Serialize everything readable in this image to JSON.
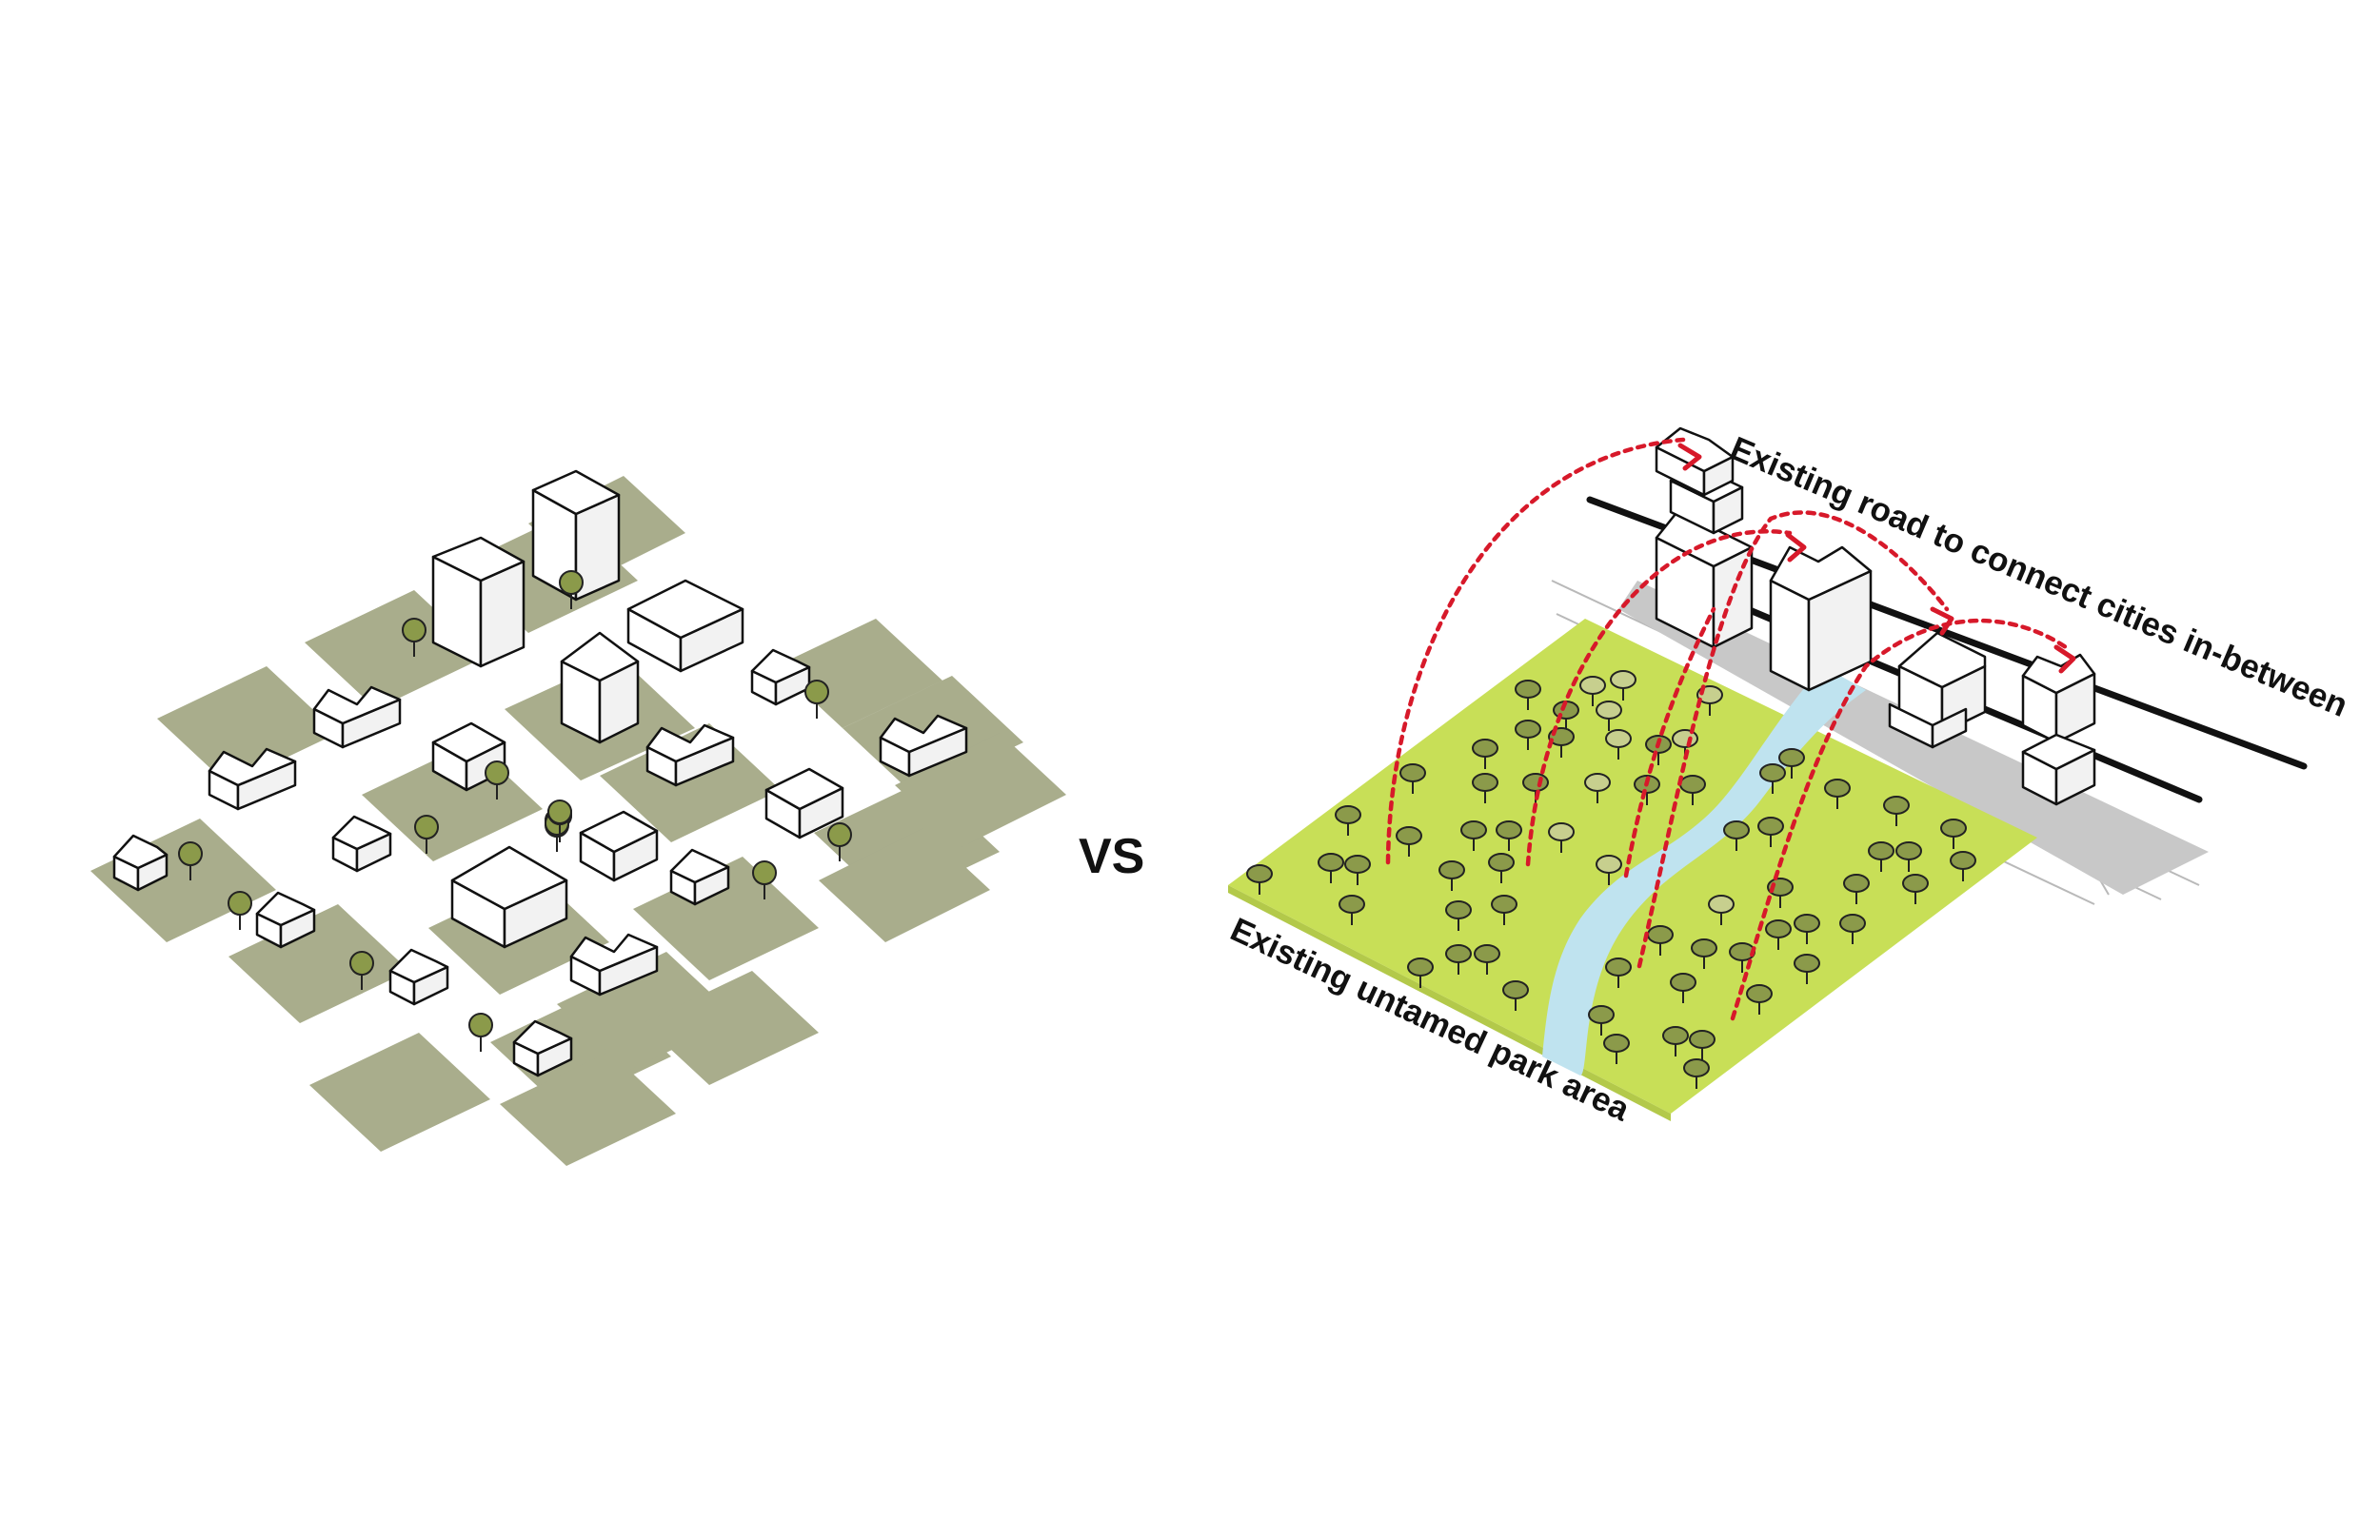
{
  "comparison": {
    "vs_label": "VS"
  },
  "right_diagram": {
    "road_label": "Existing road  to connect cities in-between",
    "park_label": "Existing untamed park area"
  },
  "colors": {
    "block_ground": "#a9ad8c",
    "park_green": "#c8df57",
    "river_blue": "#bfe3ef",
    "flow_red": "#d7192a",
    "tree_green": "#8b9a4a"
  }
}
